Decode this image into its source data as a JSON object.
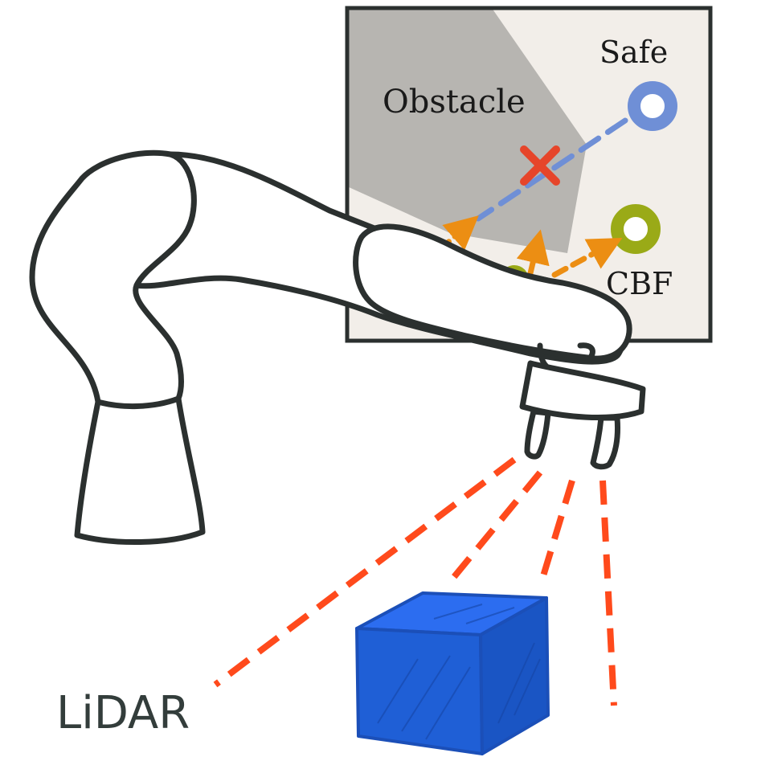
{
  "panel": {
    "obstacle_label": "Obstacle",
    "safe_label": "Safe",
    "cbf_label": "CBF"
  },
  "sensor": {
    "label": "LiDAR"
  },
  "colors": {
    "panel_bg": "#f2eee9",
    "obstacle_fill": "#b7b5b1",
    "safe_marker": "#6f8fd6",
    "cbf_marker": "#9aaa17",
    "unsafe_cross": "#e6452a",
    "cbf_arrows": "#ec8e13",
    "lidar_beams": "#ff4a1c",
    "box_fill": "#1f5fd6",
    "outline": "#2b302f"
  },
  "icons": {
    "unsafe": "x-mark-icon",
    "safe_goal": "ring-marker-icon",
    "cbf_goal": "ring-marker-icon"
  }
}
